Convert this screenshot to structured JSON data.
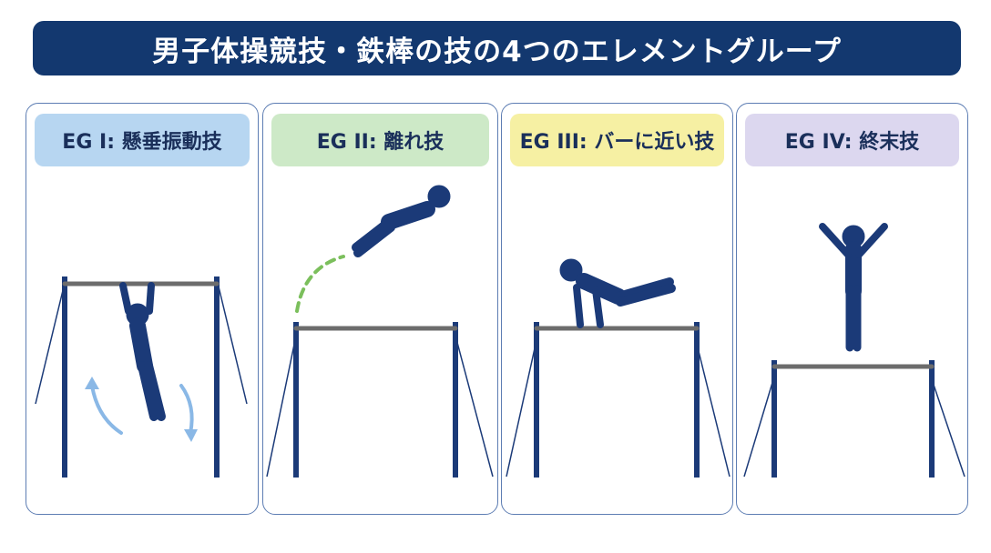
{
  "title": "男子体操競技・鉄棒の技の4つのエレメントグループ",
  "groups": [
    {
      "label": "EG I: 懸垂振動技"
    },
    {
      "label": "EG II: 離れ技"
    },
    {
      "label": "EG III: バーに近い技"
    },
    {
      "label": "EG IV: 終末技"
    }
  ],
  "colors": {
    "header_bg": "#13386f",
    "figure": "#1b3a78",
    "bar": "#6c6c6c",
    "swing_arrow": "#8ab8e6",
    "flight_path": "#7bbf5c",
    "eg1_label_bg": "#b7d6f1",
    "eg2_label_bg": "#cde9c7",
    "eg3_label_bg": "#f6f0a3",
    "eg4_label_bg": "#dcd7ef"
  }
}
